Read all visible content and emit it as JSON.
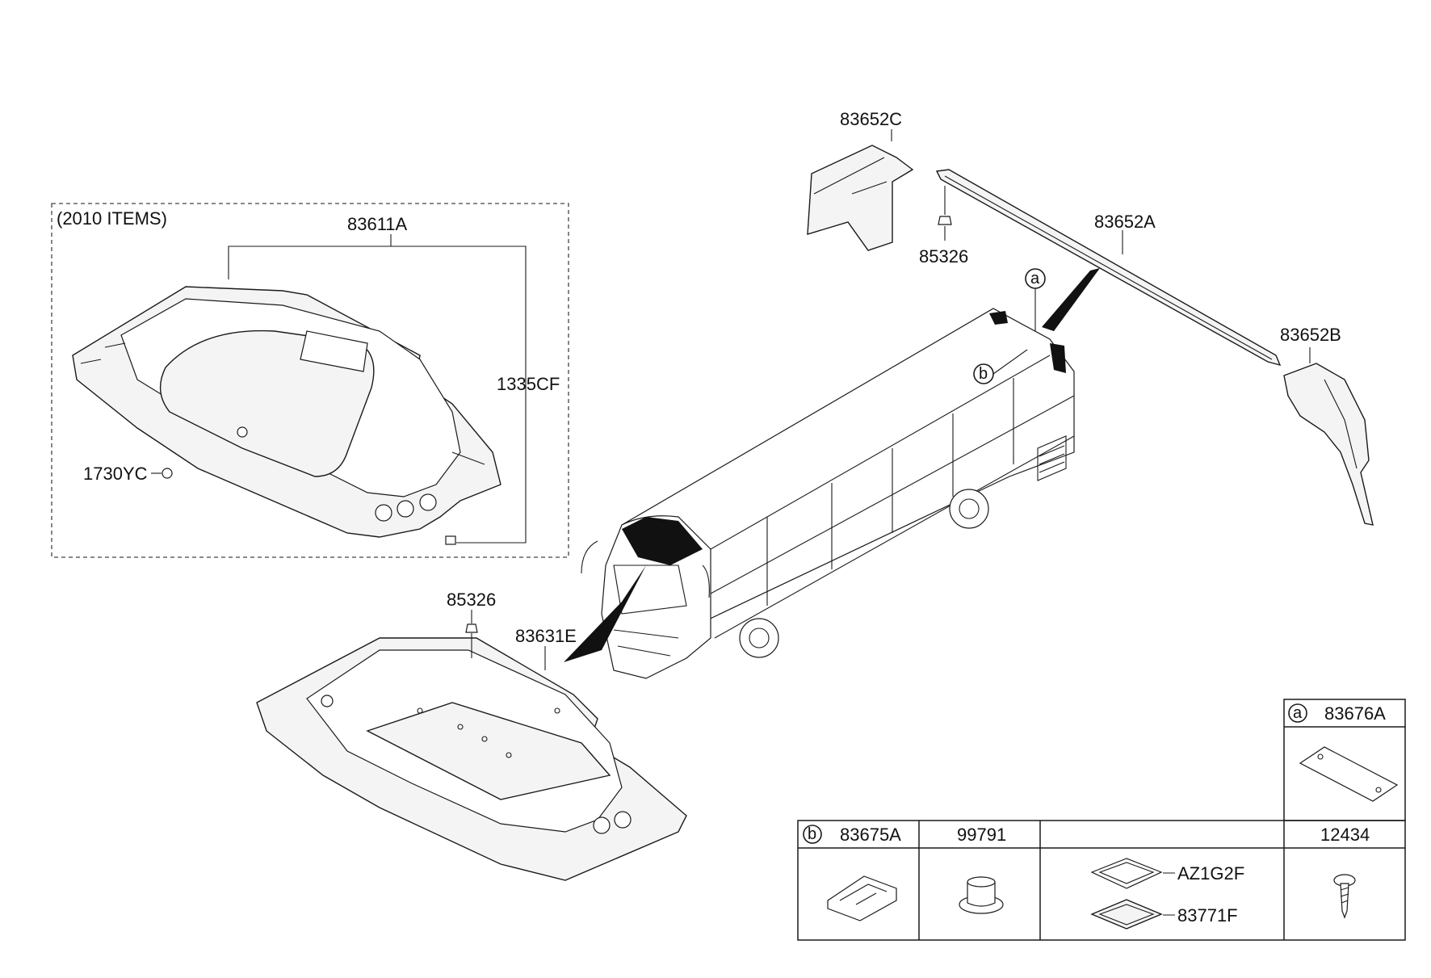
{
  "group_box": {
    "title": "(2010 ITEMS)"
  },
  "callouts": {
    "c83611A": "83611A",
    "c1335CF": "1335CF",
    "c1730YC": "1730YC",
    "c83652C": "83652C",
    "c85326_top": "85326",
    "c83652A": "83652A",
    "c83652B": "83652B",
    "c85326_mid": "85326",
    "c83631E": "83631E",
    "ref_a": "a",
    "ref_b": "b"
  },
  "legend_a": {
    "marker": "a",
    "part": "83676A"
  },
  "legend_b": {
    "marker": "b",
    "headers": [
      "83675A",
      "99791",
      "",
      "12434"
    ],
    "side_labels": [
      "AZ1G2F",
      "83771F"
    ]
  }
}
